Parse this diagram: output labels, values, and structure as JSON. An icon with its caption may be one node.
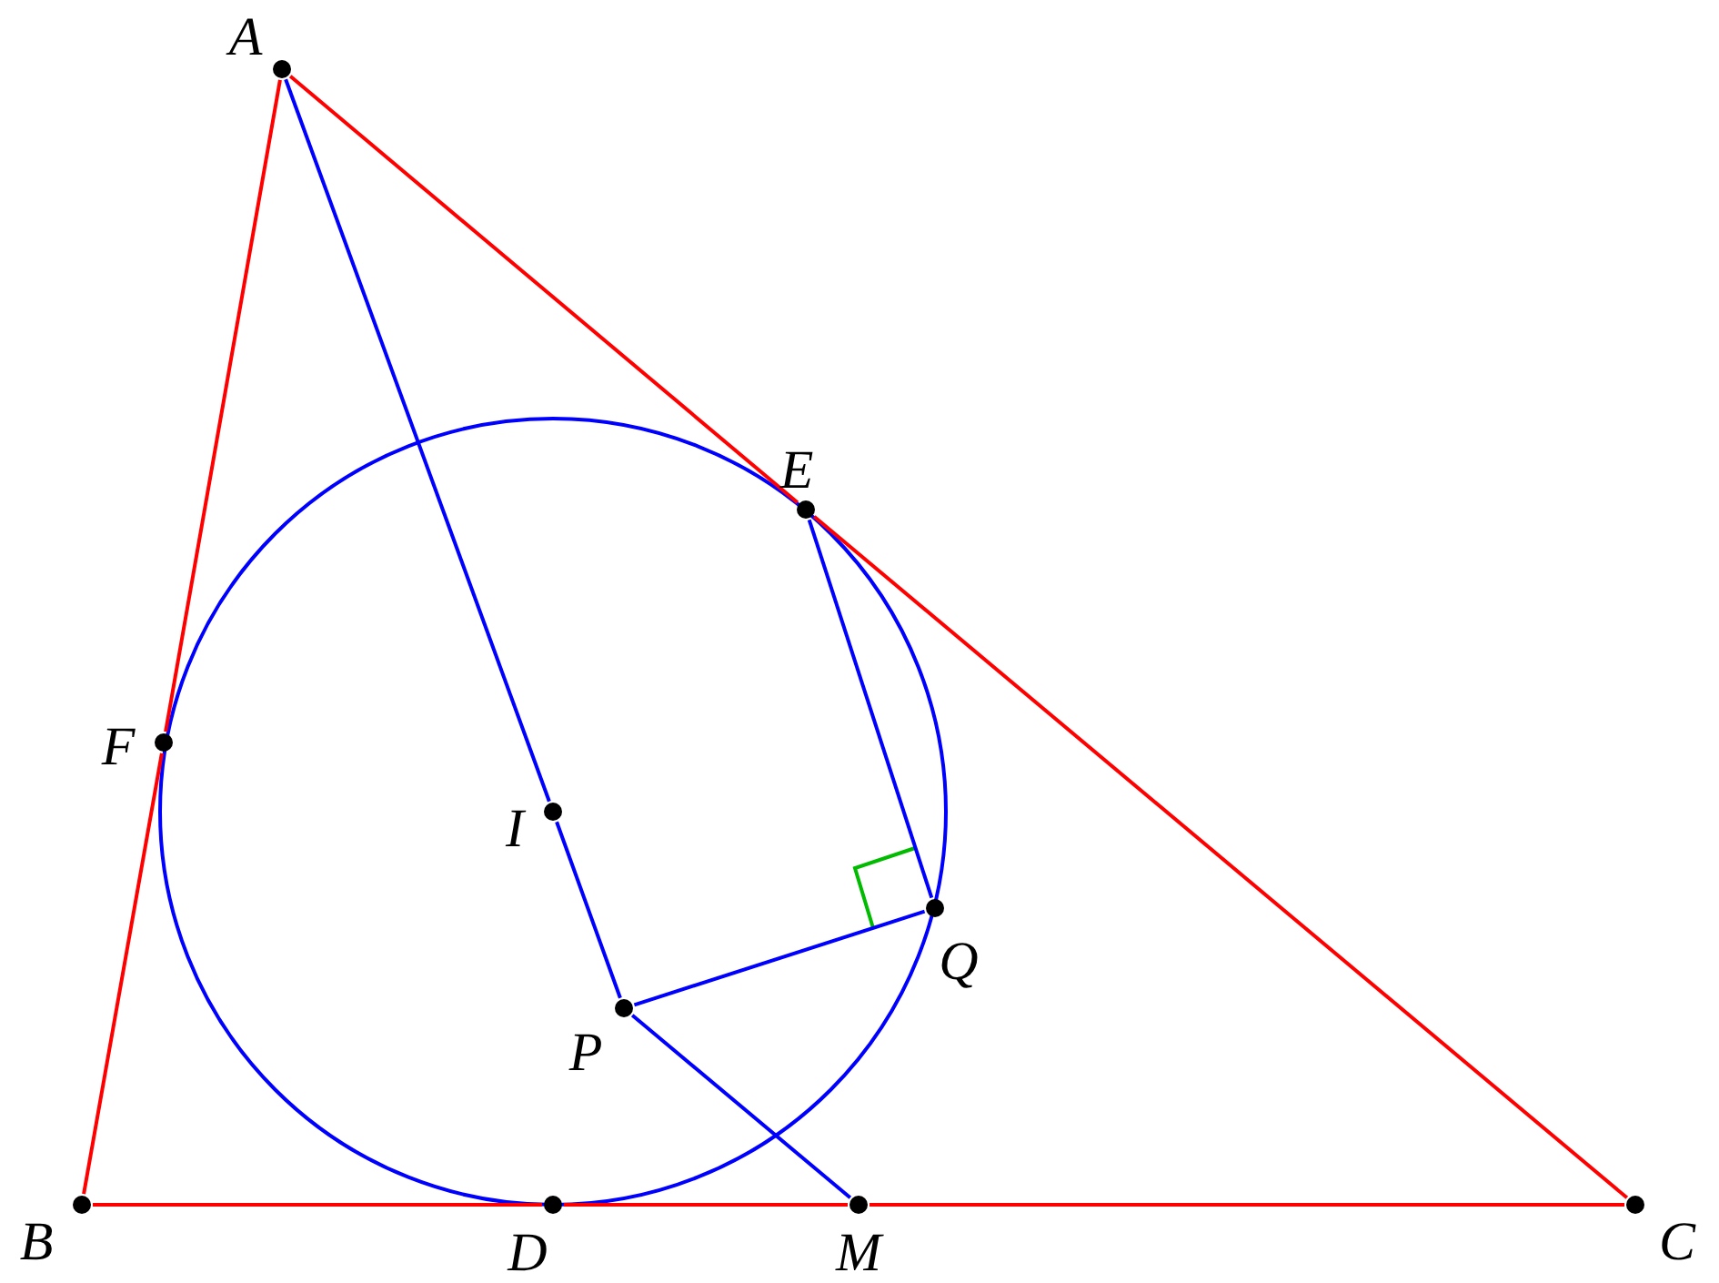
{
  "diagram": {
    "nodes": [
      {
        "text": [
          "A"
        ]
      },
      {
        "text": [
          "E"
        ]
      },
      {
        "text": [
          "F"
        ]
      },
      {
        "text": [
          "I"
        ]
      },
      {
        "text": [
          "Q"
        ]
      },
      {
        "text": [
          "P"
        ]
      },
      {
        "text": [
          "B"
        ]
      },
      {
        "text": [
          "D"
        ]
      },
      {
        "text": [
          "M"
        ]
      },
      {
        "text": [
          "C"
        ]
      }
    ],
    "edges": [
      {
        "from": 0,
        "to": 2,
        "arrow": "none"
      },
      {
        "from": 2,
        "to": 6,
        "arrow": "none"
      },
      {
        "from": 6,
        "to": 7,
        "arrow": "none"
      },
      {
        "from": 7,
        "to": 8,
        "arrow": "none"
      },
      {
        "from": 8,
        "to": 9,
        "arrow": "none"
      },
      {
        "from": 0,
        "to": 1,
        "arrow": "none"
      },
      {
        "from": 1,
        "to": 9,
        "arrow": "none"
      },
      {
        "from": 0,
        "to": 3,
        "arrow": "none",
        "color": "#0000ff"
      },
      {
        "from": 3,
        "to": 5,
        "arrow": "none",
        "color": "#0000ff"
      },
      {
        "from": 5,
        "to": 4,
        "arrow": "none",
        "color": "#0000ff"
      },
      {
        "from": 1,
        "to": 4,
        "arrow": "none",
        "color": "#0000ff"
      },
      {
        "from": 5,
        "to": 8,
        "arrow": "none",
        "color": "#0000ff"
      }
    ]
  }
}
